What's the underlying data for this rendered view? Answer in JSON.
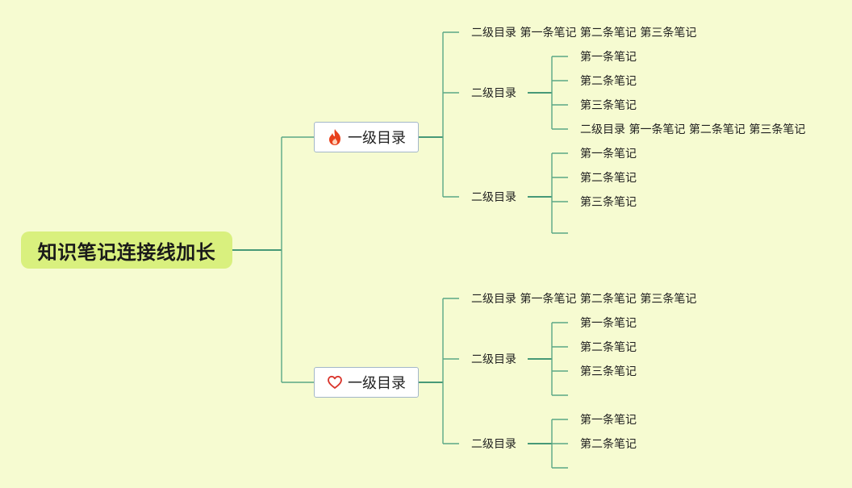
{
  "root": {
    "label": "知识笔记连接线加长"
  },
  "branches": [
    {
      "label": "一级目录",
      "icon": "fire-icon",
      "children": [
        {
          "label": "二级目录 第一条笔记 第二条笔记 第三条笔记"
        },
        {
          "label": "二级目录",
          "children": [
            "第一条笔记",
            "第二条笔记",
            "第三条笔记",
            "二级目录 第一条笔记 第二条笔记 第三条笔记"
          ]
        },
        {
          "label": "二级目录",
          "children": [
            "第一条笔记",
            "第二条笔记",
            "第三条笔记",
            ""
          ]
        }
      ]
    },
    {
      "label": "一级目录",
      "icon": "heart-icon",
      "children": [
        {
          "label": "二级目录 第一条笔记 第二条笔记 第三条笔记"
        },
        {
          "label": "二级目录",
          "children": [
            "第一条笔记",
            "第二条笔记",
            "第三条笔记",
            ""
          ]
        },
        {
          "label": "二级目录",
          "children": [
            "第一条笔记",
            "第二条笔记",
            ""
          ]
        }
      ]
    }
  ],
  "colors": {
    "background": "#f6fbd1",
    "root_fill": "#d9f07e",
    "connector": "#5aa885",
    "fire_icon": "#e8401c",
    "heart_icon": "#d9342b"
  }
}
